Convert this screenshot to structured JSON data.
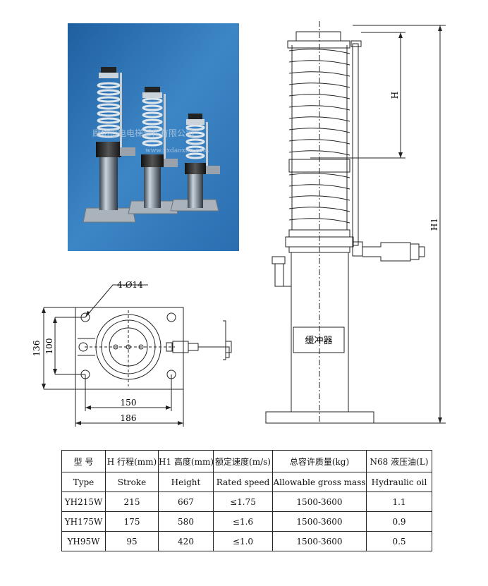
{
  "photo": {
    "watermark": "廊坊迅电电梯部件有限公司",
    "watermark_url": "www.xxdaoxun.com"
  },
  "plan_view": {
    "hole_callout": "4-Ø14",
    "dim_outer_height": "136",
    "dim_inner_height": "100",
    "dim_inner_width": "150",
    "dim_outer_width": "186"
  },
  "elevation_view": {
    "dim_stroke": "H",
    "dim_height": "H1",
    "body_label": "缓冲器"
  },
  "spec_table": {
    "header_cn": [
      "型 号",
      "H 行程(mm)",
      "H1 高度(mm)",
      "额定速度(m/s)",
      "总容许质量(kg)",
      "N68 液压油(L)"
    ],
    "header_en": [
      "Type",
      "Stroke",
      "Height",
      "Rated speed",
      "Allowable gross mass",
      "Hydraulic oil"
    ],
    "rows": [
      [
        "YH215W",
        "215",
        "667",
        "≤1.75",
        "1500-3600",
        "1.1"
      ],
      [
        "YH175W",
        "175",
        "580",
        "≤1.6",
        "1500-3600",
        "0.9"
      ],
      [
        "YH95W",
        "95",
        "420",
        "≤1.0",
        "1500-3600",
        "0.5"
      ]
    ]
  }
}
